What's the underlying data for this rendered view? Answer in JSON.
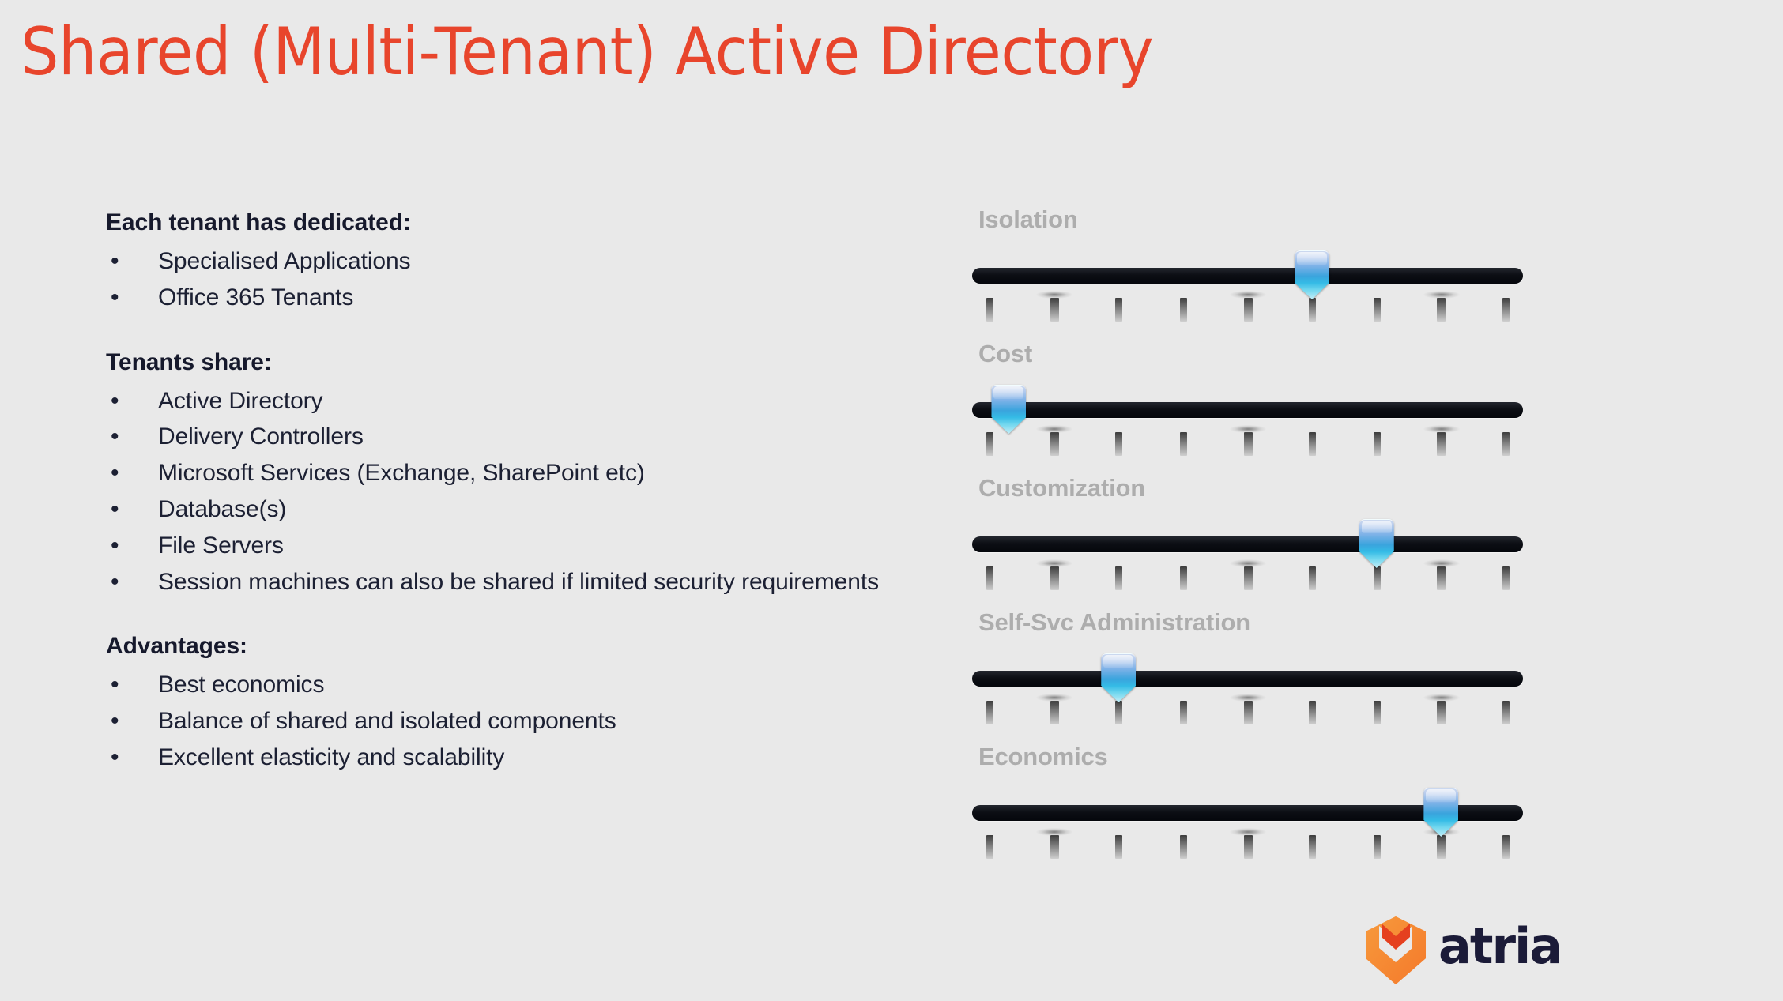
{
  "slide": {
    "title": "Shared (Multi-Tenant) Active Directory",
    "title_color": "#e8452c",
    "background_color": "#e9e9e9"
  },
  "content": {
    "blocks": [
      {
        "heading": "Each tenant has dedicated:",
        "items": [
          "Specialised Applications",
          "Office 365 Tenants"
        ]
      },
      {
        "heading": "Tenants share:",
        "items": [
          "Active Directory",
          "Delivery Controllers",
          "Microsoft Services (Exchange, SharePoint etc)",
          "Database(s)",
          "File Servers",
          "Session machines can also be shared if limited security requirements"
        ]
      },
      {
        "heading": "Advantages:",
        "items": [
          "Best economics",
          "Balance of shared and isolated components",
          "Excellent elasticity and scalability"
        ]
      }
    ],
    "bullet_glyph": "•"
  },
  "chart_data": {
    "type": "bar",
    "title": "",
    "xlabel": "",
    "ylabel": "",
    "categories": [
      "Isolation",
      "Cost",
      "Customization",
      "Self-Svc Administration",
      "Economics"
    ],
    "values": [
      6,
      1.3,
      7,
      3,
      8
    ],
    "scale_min": 1,
    "scale_max": 9,
    "tick_count": 9,
    "major_tick_indices": [
      1,
      4,
      7
    ],
    "track_color": "#0c0e14",
    "marker_color": "#3aa4dd",
    "label_color": "#adadad"
  },
  "sliders": [
    {
      "label": "Isolation",
      "value": 6,
      "value_fraction": 0.625
    },
    {
      "label": "Cost",
      "value": 1.3,
      "value_fraction": 0.04
    },
    {
      "label": "Customization",
      "value": 7,
      "value_fraction": 0.75
    },
    {
      "label": "Self-Svc Administration",
      "value": 3,
      "value_fraction": 0.25
    },
    {
      "label": "Economics",
      "value": 8,
      "value_fraction": 0.875
    }
  ],
  "logo": {
    "wordmark": "atria",
    "mark_color": "#f47b31",
    "mark_accent_color": "#e5401f",
    "wordmark_color": "#1b1b38",
    "dot_color": "#f26522"
  }
}
